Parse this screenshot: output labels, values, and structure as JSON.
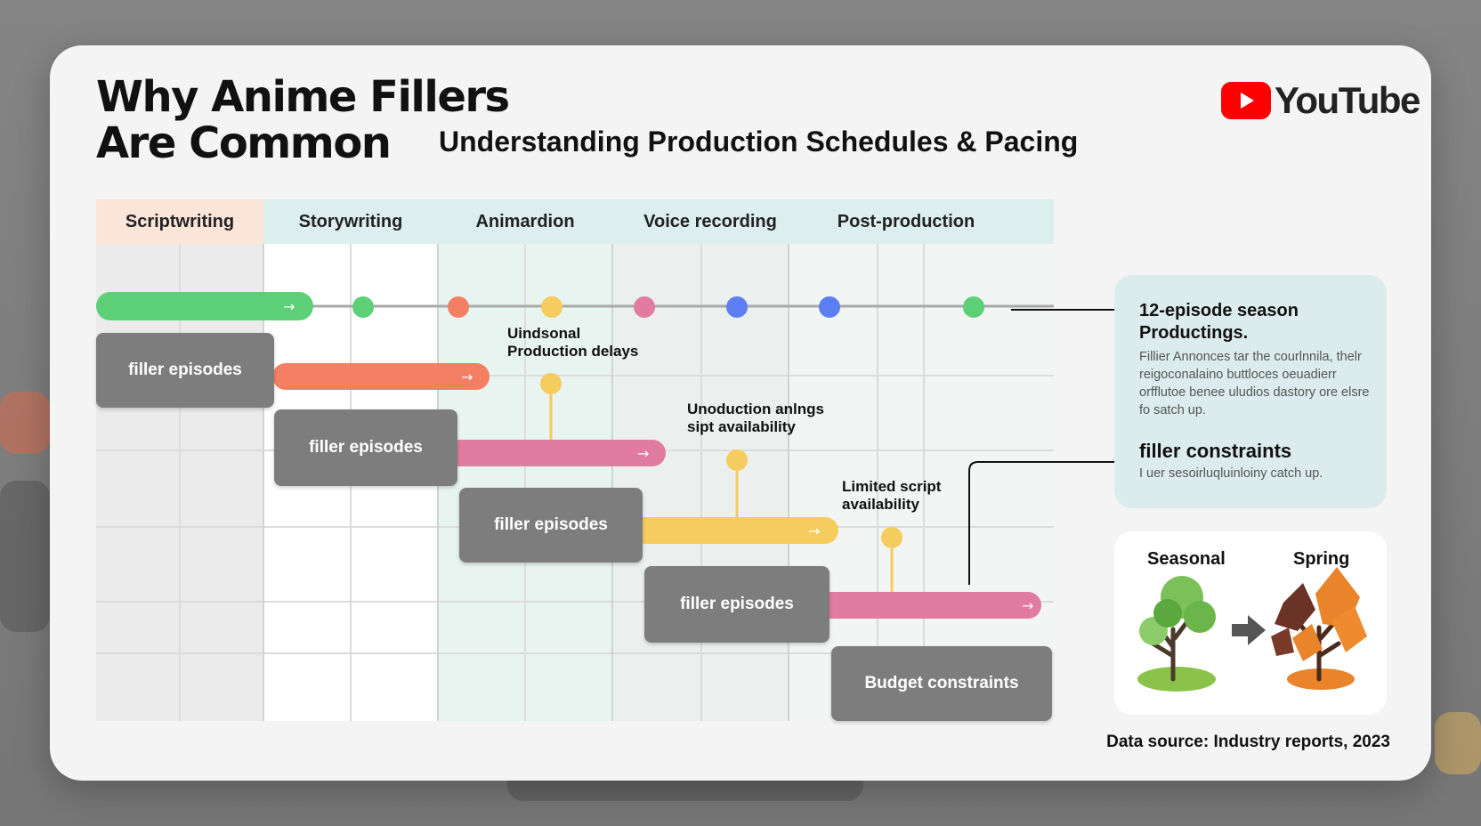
{
  "header": {
    "title_line1": "Why Anime Fillers",
    "title_line2": "Are Common",
    "subtitle": "Understanding Production Schedules & Pacing",
    "brand": "YouTube"
  },
  "stages": [
    "Scriptwriting",
    "Storywriting",
    "Animardion",
    "Voice recording",
    "Post-production"
  ],
  "boxes": [
    "filler episodes",
    "filler episodes",
    "filler episodes",
    "filler episodes",
    "Budget constraints"
  ],
  "labels": {
    "delays_line1": "Uindsonal",
    "delays_line2": "Production delays",
    "availability_line1": "Unoduction anlngs",
    "availability_line2": "sipt availability",
    "limited_line1": "Limited script",
    "limited_line2": "availability"
  },
  "panel": {
    "title": "12-episode season Productings.",
    "body": "Fillier Annonces tar the courlnnila, thelr reigoconalaino buttloces oeuadierr orfflutoe benee uludios dastory ore elsre fo satch up.",
    "heading2": "filler constraints",
    "body2": "I uer sesoirluqluinloiny catch up."
  },
  "seasonal": {
    "label_left": "Seasonal",
    "label_right": "Spring"
  },
  "footer": {
    "source": "Data source: Industry reports, 2023"
  },
  "colors": {
    "green": "#5ccf77",
    "orange": "#f47f62",
    "pink": "#e27ba0",
    "yellow": "#f5cc5e",
    "blue": "#5b7ff0",
    "gray_box": "#7d7d7d",
    "youtube_red": "#ff0000"
  },
  "icons": [
    "youtube-play-icon",
    "arrow-right-icon",
    "green-tree-icon",
    "autumn-tree-icon"
  ]
}
